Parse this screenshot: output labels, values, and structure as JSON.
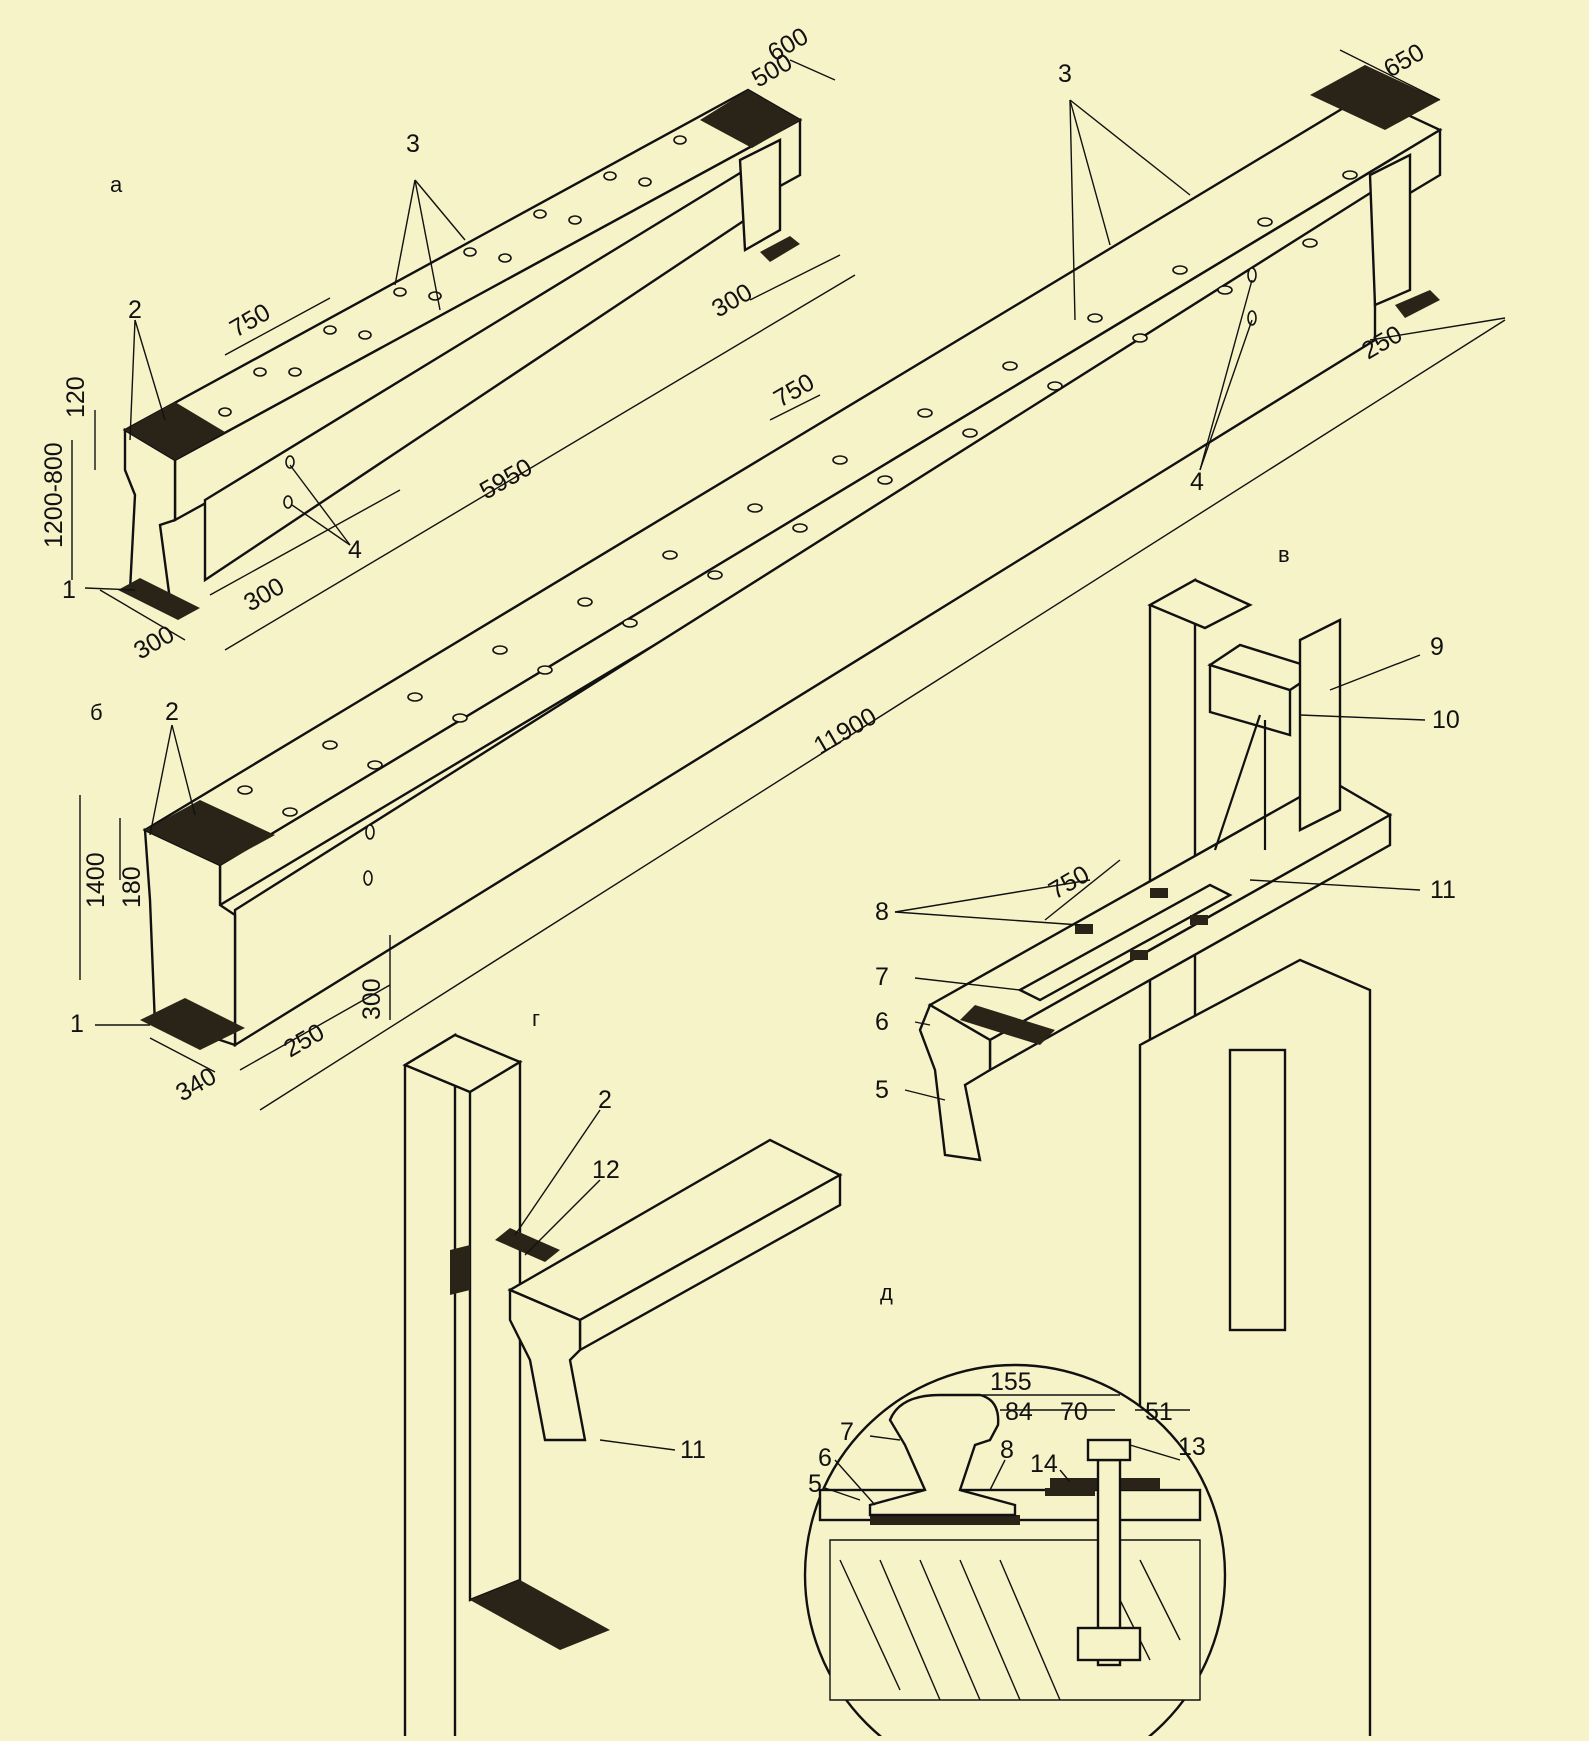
{
  "sections": {
    "a": "а",
    "b": "б",
    "v": "в",
    "g": "г",
    "d": "д"
  },
  "beam_a": {
    "dims": {
      "top_width": "600",
      "top_inner": "500",
      "end_offset_right": "300",
      "spacing": "750",
      "length": "5950",
      "height_range": "1200-800",
      "flange_thickness": "120",
      "support_offset": "300",
      "bottom_width": "300"
    },
    "callouts": {
      "pads": "2",
      "holes_top": "3",
      "holes_web": "4",
      "support_plate": "1"
    }
  },
  "beam_b": {
    "dims": {
      "top_width": "650",
      "end_offset_right": "250",
      "spacing": "750",
      "length": "11900",
      "height": "1400",
      "flange_thickness": "180",
      "support_offset": "250",
      "support_height": "300",
      "bottom_width": "340"
    },
    "callouts": {
      "pads": "2",
      "holes_top": "3",
      "holes_web": "4",
      "support_plate": "1"
    }
  },
  "detail_v": {
    "dims": {
      "spacing": "750"
    },
    "callouts": {
      "rail_base": "5",
      "pad": "6",
      "rail": "7",
      "clamps": "8",
      "column_top": "9",
      "timber": "10",
      "anchor_plate": "11"
    }
  },
  "detail_g": {
    "callouts": {
      "pad": "2",
      "insert": "12",
      "anchor_plate": "11"
    }
  },
  "detail_d": {
    "dims": {
      "total": "155",
      "rail_foot": "84",
      "clamp": "70",
      "bolt_edge": "51"
    },
    "callouts": {
      "rail": "7",
      "pad": "6",
      "base": "5",
      "clamp": "8",
      "nut": "13",
      "washer": "14"
    }
  }
}
